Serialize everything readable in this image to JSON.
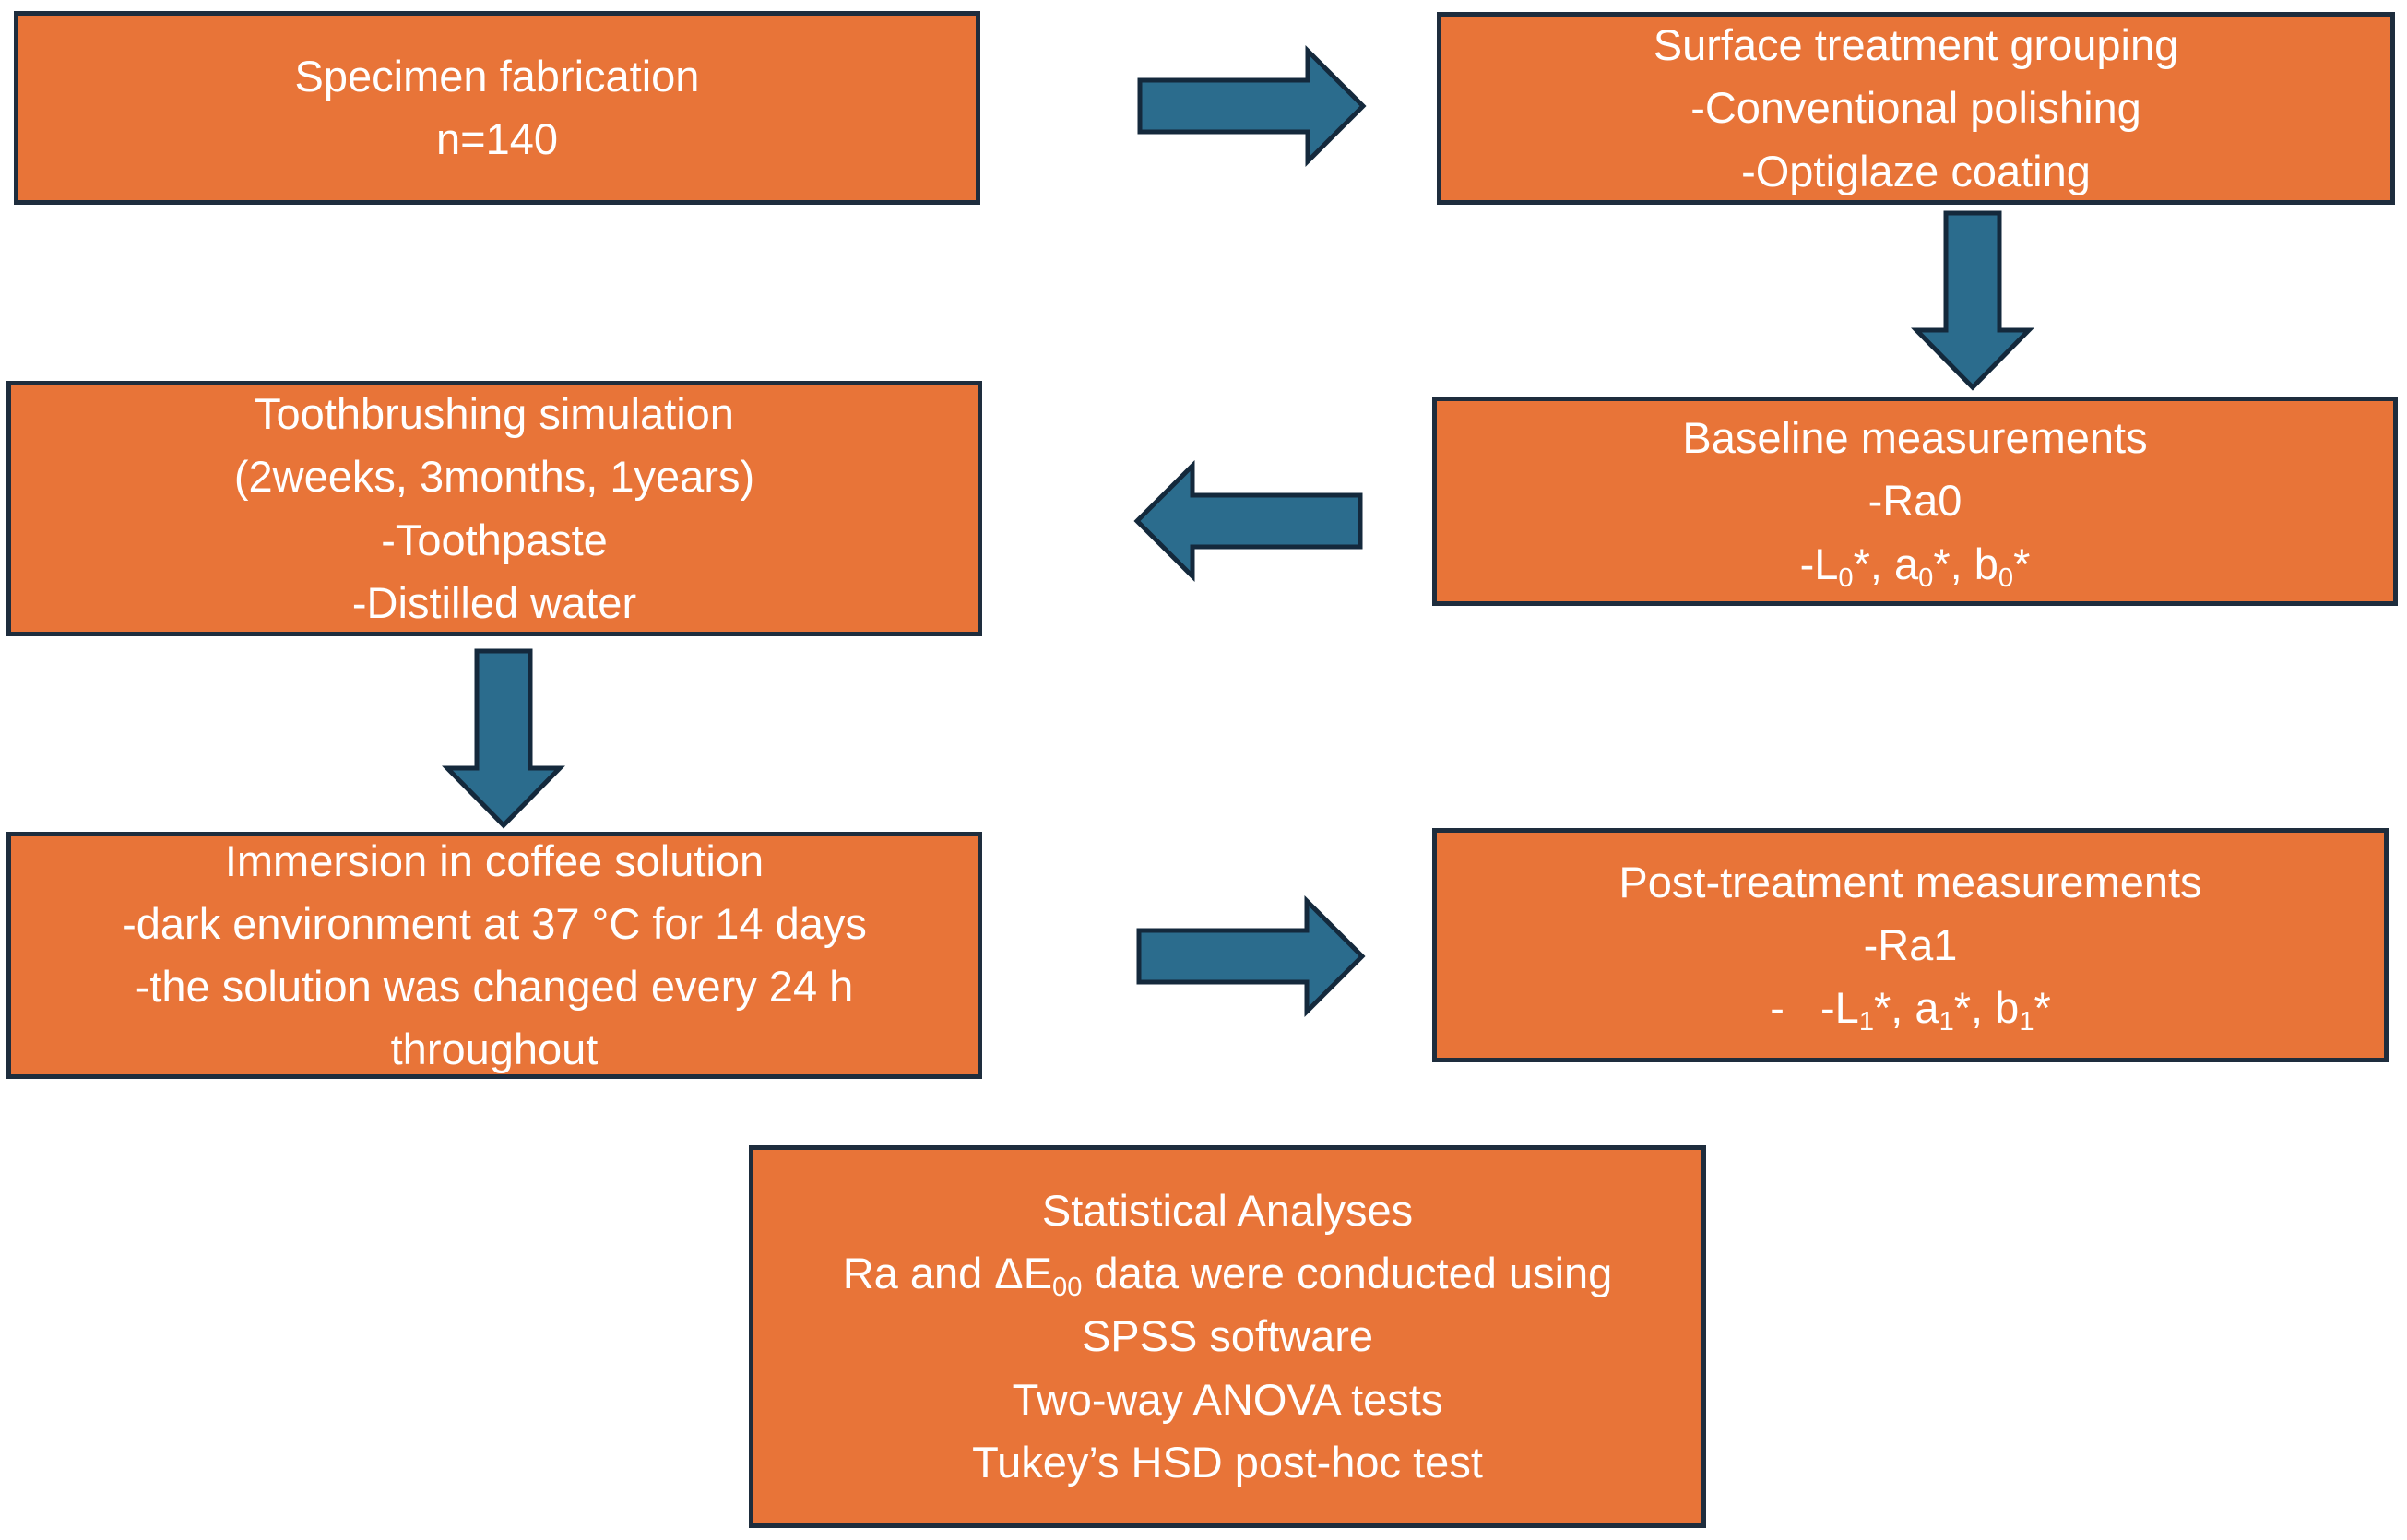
{
  "colors": {
    "box_fill": "#E87438",
    "box_border": "#1E2D3D",
    "arrow_fill": "#2B6C8D",
    "arrow_border": "#14293C",
    "text": "#FFFFFF",
    "background": "#FFFFFF"
  },
  "boxes": {
    "specimen_fabrication": {
      "lines": [
        [
          {
            "t": "Specimen fabrication"
          }
        ],
        [
          {
            "t": "n=140"
          }
        ]
      ]
    },
    "surface_treatment_grouping": {
      "lines": [
        [
          {
            "t": "Surface treatment grouping"
          }
        ],
        [
          {
            "t": "-Conventional polishing"
          }
        ],
        [
          {
            "t": "-Optiglaze coating"
          }
        ]
      ]
    },
    "toothbrushing_simulation": {
      "lines": [
        [
          {
            "t": "Toothbrushing simulation"
          }
        ],
        [
          {
            "t": "(2weeks, 3months, 1years)"
          }
        ],
        [
          {
            "t": "-Toothpaste"
          }
        ],
        [
          {
            "t": "-Distilled water"
          }
        ]
      ]
    },
    "baseline_measurements": {
      "lines": [
        [
          {
            "t": "Baseline measurements"
          }
        ],
        [
          {
            "t": "-Ra0"
          }
        ],
        [
          {
            "t": "-L"
          },
          {
            "t": "0",
            "s": true
          },
          {
            "t": "*, a"
          },
          {
            "t": "0",
            "s": true
          },
          {
            "t": "*, b"
          },
          {
            "t": "0",
            "s": true
          },
          {
            "t": "*"
          }
        ]
      ]
    },
    "immersion_coffee": {
      "lines": [
        [
          {
            "t": "Immersion in coffee solution"
          }
        ],
        [
          {
            "t": "-dark environment at 37 °C for 14 days"
          }
        ],
        [
          {
            "t": "-the solution was changed every 24 h"
          }
        ],
        [
          {
            "t": "throughout"
          }
        ]
      ]
    },
    "post_treatment_measurements": {
      "lines": [
        [
          {
            "t": "Post-treatment measurements"
          }
        ],
        [
          {
            "t": "-Ra1"
          }
        ],
        [
          {
            "t": "-   -L"
          },
          {
            "t": "1",
            "s": true
          },
          {
            "t": "*, a"
          },
          {
            "t": "1",
            "s": true
          },
          {
            "t": "*, b"
          },
          {
            "t": "1",
            "s": true
          },
          {
            "t": "*"
          }
        ]
      ]
    },
    "statistical_analyses": {
      "lines": [
        [
          {
            "t": "Statistical Analyses"
          }
        ],
        [
          {
            "t": "Ra and ΔE"
          },
          {
            "t": "00",
            "s": true
          },
          {
            "t": " data were conducted using"
          }
        ],
        [
          {
            "t": "SPSS software"
          }
        ],
        [
          {
            "t": "Two-way ANOVA tests"
          }
        ],
        [
          {
            "t": "Tukey’s HSD post-hoc test"
          }
        ]
      ]
    }
  },
  "arrows": [
    {
      "name": "arrow-right-1",
      "direction": "right",
      "from": "specimen_fabrication",
      "to": "surface_treatment_grouping"
    },
    {
      "name": "arrow-down-1",
      "direction": "down",
      "from": "surface_treatment_grouping",
      "to": "baseline_measurements"
    },
    {
      "name": "arrow-left-1",
      "direction": "left",
      "from": "baseline_measurements",
      "to": "toothbrushing_simulation"
    },
    {
      "name": "arrow-down-2",
      "direction": "down",
      "from": "toothbrushing_simulation",
      "to": "immersion_coffee"
    },
    {
      "name": "arrow-right-2",
      "direction": "right",
      "from": "immersion_coffee",
      "to": "post_treatment_measurements"
    }
  ]
}
